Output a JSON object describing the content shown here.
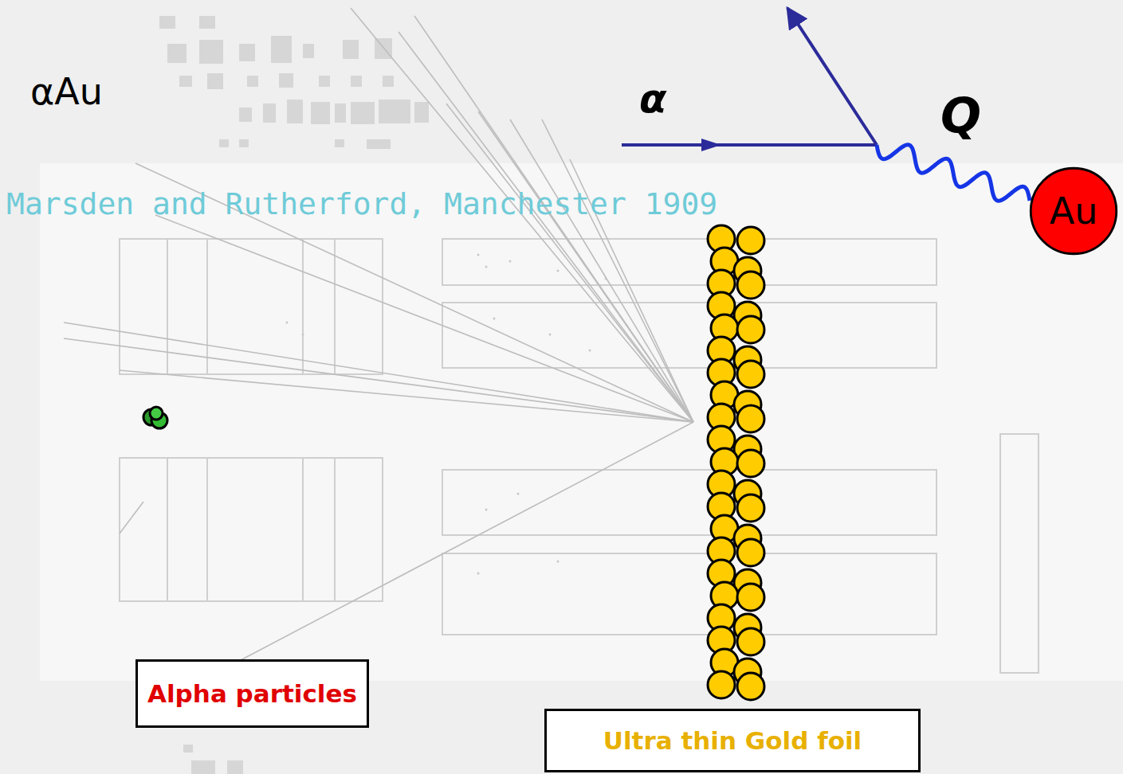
{
  "diagram": {
    "nodes": [
      {
        "text": [
          "Au"
        ]
      },
      {
        "text": [
          "Alpha particles"
        ]
      },
      {
        "text": [
          "Ultra thin Gold foil"
        ]
      }
    ],
    "labels": [
      "αAu",
      "α",
      "Q",
      "Marsden and Rutherford, Manchester 1909"
    ]
  }
}
